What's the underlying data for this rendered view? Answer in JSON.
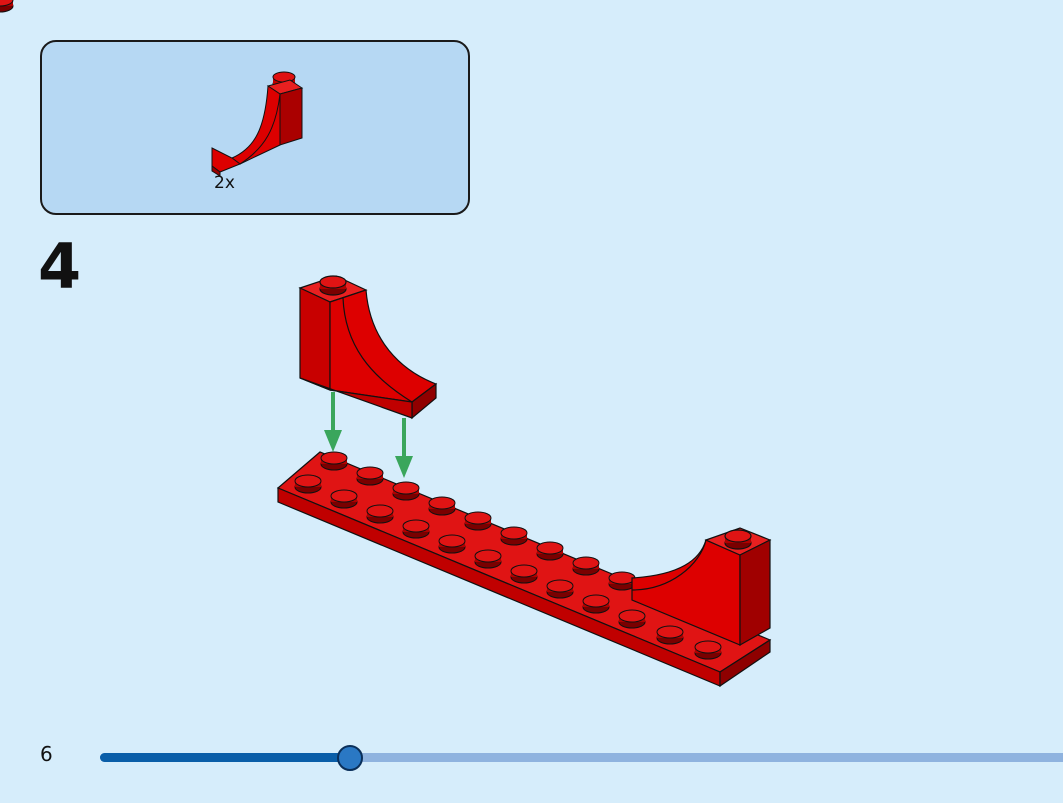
{
  "parts_box": {
    "part_name_icon": "red-arch-slope-brick-icon",
    "quantity": "2x"
  },
  "step": {
    "number": "4"
  },
  "footer": {
    "page_number": "6",
    "progress": 0.26
  },
  "colors": {
    "brick_red": "#dd0000",
    "arrow_green": "#3aa65c",
    "background": "#d6edfb",
    "parts_box_fill": "#b6d8f3",
    "progress_fill": "#0a5ea8",
    "progress_track": "#8fb3df"
  }
}
